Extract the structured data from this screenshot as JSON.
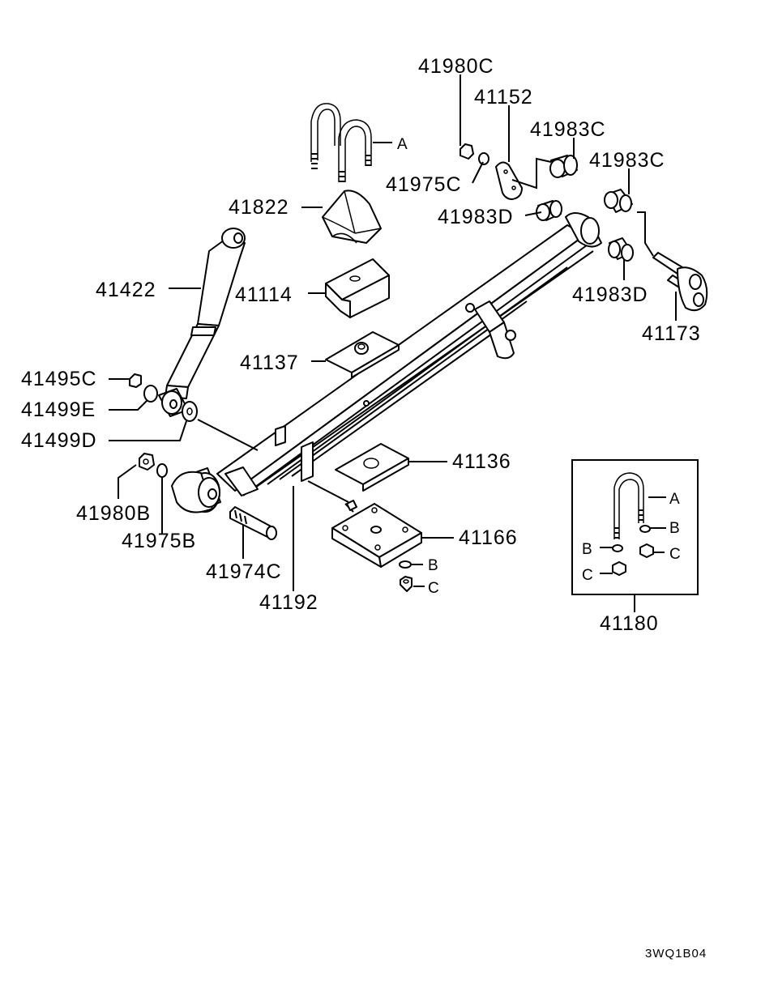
{
  "diagram": {
    "code": "3WQ1B04",
    "colors": {
      "line": "#000000",
      "background": "#ffffff"
    },
    "parts": {
      "p41980C": "41980C",
      "p41152": "41152",
      "p41983C_a": "41983C",
      "p41983C_b": "41983C",
      "p41975C": "41975C",
      "p41983D_a": "41983D",
      "p41983D_b": "41983D",
      "p41173": "41173",
      "p41822": "41822",
      "p41422": "41422",
      "p41114": "41114",
      "p41137": "41137",
      "p41495C": "41495C",
      "p41499E": "41499E",
      "p41499D": "41499D",
      "p41136": "41136",
      "p41980B": "41980B",
      "p41975B": "41975B",
      "p41166": "41166",
      "p41974C": "41974C",
      "p41192": "41192",
      "p41180": "41180"
    },
    "letters": {
      "a_main": "A",
      "b_main": "B",
      "c_main": "C",
      "kit_a": "A",
      "kit_b_right": "B",
      "kit_b_left": "B",
      "kit_c_right": "C",
      "kit_c_left": "C"
    }
  }
}
